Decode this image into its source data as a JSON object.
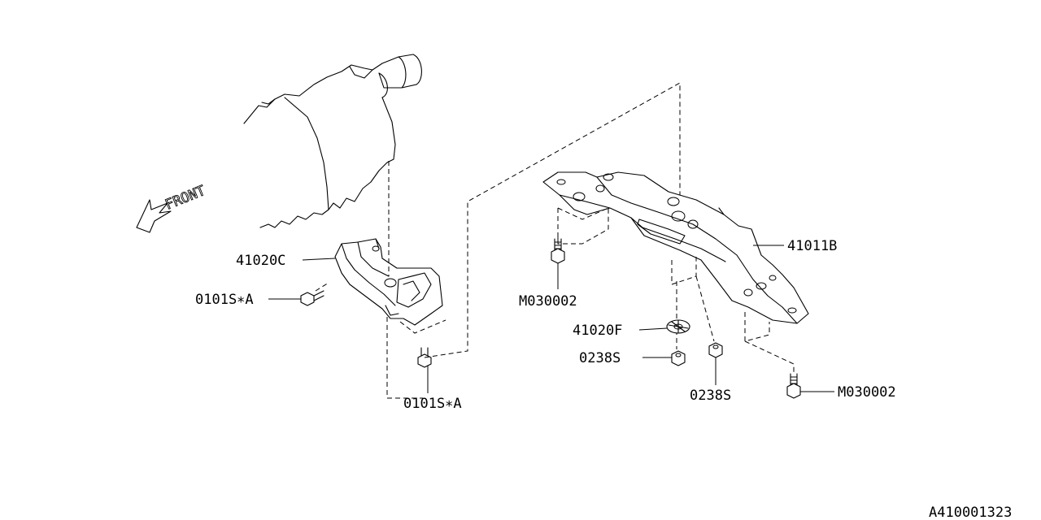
{
  "front_label": "FRONT",
  "callouts": [
    {
      "id": "41020C",
      "text": "41020C"
    },
    {
      "id": "0101S_A_left",
      "text": "0101S∗A"
    },
    {
      "id": "0101S_A_bottom",
      "text": "0101S∗A"
    },
    {
      "id": "M030002_left",
      "text": "M030002"
    },
    {
      "id": "41011B",
      "text": "41011B"
    },
    {
      "id": "41020F",
      "text": "41020F"
    },
    {
      "id": "0238S_left",
      "text": "0238S"
    },
    {
      "id": "0238S_bottom",
      "text": "0238S"
    },
    {
      "id": "M030002_right",
      "text": "M030002"
    }
  ],
  "diagram_id": "A410001323"
}
